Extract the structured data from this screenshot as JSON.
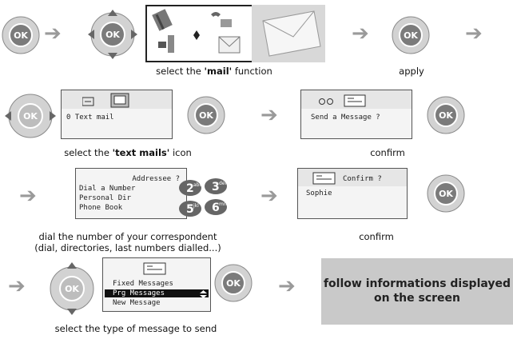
{
  "ok_label": "OK",
  "row1": {
    "caption_pre": "select the ",
    "caption_bold": "'mail'",
    "caption_post": " function",
    "apply_caption": "apply"
  },
  "row2": {
    "screen1_line": "0 Text mail",
    "caption_pre": "select the ",
    "caption_bold": "'text mails'",
    "caption_post": " icon",
    "screen2_line": "Send a Message ?",
    "confirm_caption": "confirm"
  },
  "row3": {
    "screen1_title": "Addressee ?",
    "screen1_lines": [
      "Dial a Number",
      "Personal Dir",
      "Phone Book"
    ],
    "keypad_keys": [
      {
        "digit": "2",
        "letters": "abc"
      },
      {
        "digit": "3",
        "letters": "def"
      },
      {
        "digit": "5",
        "letters": "jkl"
      },
      {
        "digit": "6",
        "letters": "mno"
      }
    ],
    "caption_line1": "dial the number of your correspondent",
    "caption_line2": "(dial, directories, last numbers dialled...)",
    "screen2_title": "Confirm ?",
    "screen2_line": "Sophie",
    "confirm_caption": "confirm"
  },
  "row4": {
    "screen_lines": [
      "Fixed Messages",
      "Prg Messages",
      "New Message"
    ],
    "caption": "select the type of message to send",
    "info_line1": "follow informations displayed",
    "info_line2": "on the screen"
  }
}
